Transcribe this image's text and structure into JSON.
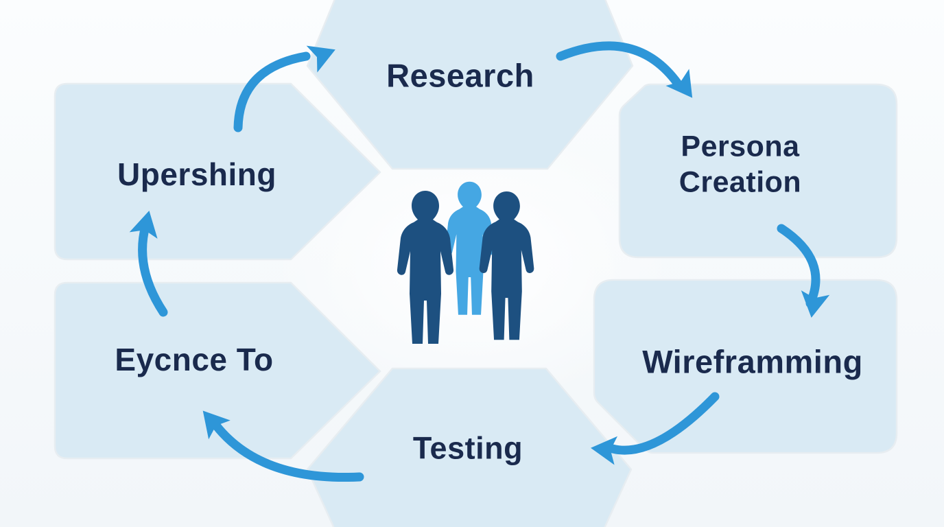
{
  "diagram": {
    "type": "cycle",
    "stages": [
      {
        "id": "research",
        "label": "Research"
      },
      {
        "id": "persona-creation",
        "label": "Persona Creation"
      },
      {
        "id": "wireframming",
        "label": "Wireframming"
      },
      {
        "id": "testing",
        "label": "Testing"
      },
      {
        "id": "eycnce-to",
        "label": "Eycnce To"
      },
      {
        "id": "upershing",
        "label": "Upershing"
      }
    ],
    "flow": [
      "Upershing → Research",
      "Research → Persona Creation",
      "Persona Creation → Wireframming",
      "Wireframming → Testing",
      "Testing → Eycnce To",
      "Eycnce To → Upershing"
    ],
    "center_icon": "people-group-icon",
    "colors": {
      "panel_fill": "#d9eaf4",
      "panel_stroke": "#e7edf1",
      "arrow": "#2e96d8",
      "label_text": "#1a2a4d",
      "person_dark": "#1d5080",
      "person_light": "#45a7e3",
      "background_top": "#fbfdfe",
      "background_bottom": "#f2f6f9"
    }
  }
}
